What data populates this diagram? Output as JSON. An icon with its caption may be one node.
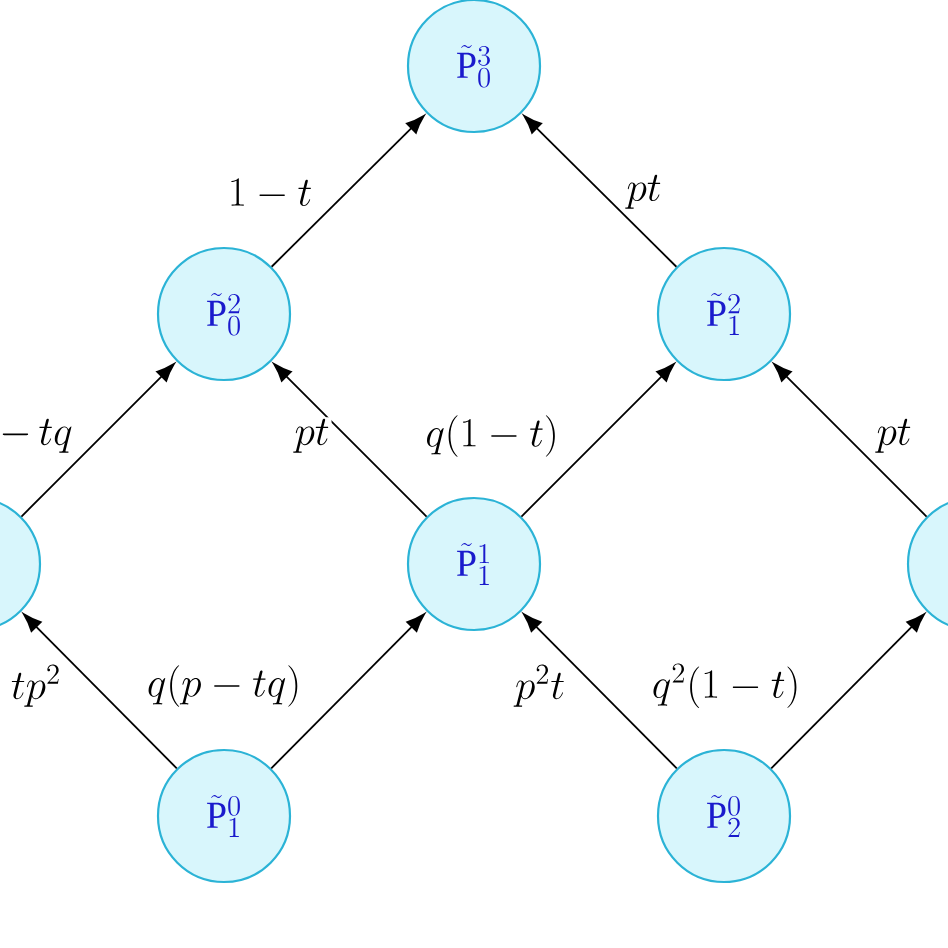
{
  "diagram": {
    "nodes": [
      {
        "text": [
          "\\tilde{\\mathrm{P}}^3_0"
        ]
      },
      {
        "text": [
          "\\tilde{\\mathrm{P}}^2_0"
        ]
      },
      {
        "text": [
          "\\tilde{\\mathrm{P}}^2_1"
        ]
      },
      {
        "text": [],
        "shape": "circle"
      },
      {
        "text": [
          "\\tilde{\\mathrm{P}}^1_1"
        ]
      },
      {
        "text": [],
        "shape": "circle"
      },
      {
        "text": [
          "\\tilde{\\mathrm{P}}^0_1"
        ]
      },
      {
        "text": [
          "\\tilde{\\mathrm{P}}^0_2"
        ]
      }
    ],
    "edges": [
      {
        "from": 1,
        "to": 0,
        "arrow": "to",
        "label": "1-t"
      },
      {
        "from": 2,
        "to": 0,
        "arrow": "to",
        "label": "pt"
      },
      {
        "from": 3,
        "to": 1,
        "arrow": "to",
        "label": "-\\,tq"
      },
      {
        "from": 4,
        "to": 1,
        "arrow": "to",
        "label": "pt"
      },
      {
        "from": 4,
        "to": 2,
        "arrow": "to",
        "label": "q(1-t)"
      },
      {
        "from": 5,
        "to": 2,
        "arrow": "to",
        "label": "pt"
      },
      {
        "from": 6,
        "to": 3,
        "arrow": "to",
        "label": "tp^2"
      },
      {
        "from": 6,
        "to": 4,
        "arrow": "to",
        "label": "q(p-tq)"
      },
      {
        "from": 7,
        "to": 4,
        "arrow": "to",
        "label": "p^2t"
      },
      {
        "from": 7,
        "to": 5,
        "arrow": "to",
        "label": "q^2(1-t)"
      }
    ]
  }
}
